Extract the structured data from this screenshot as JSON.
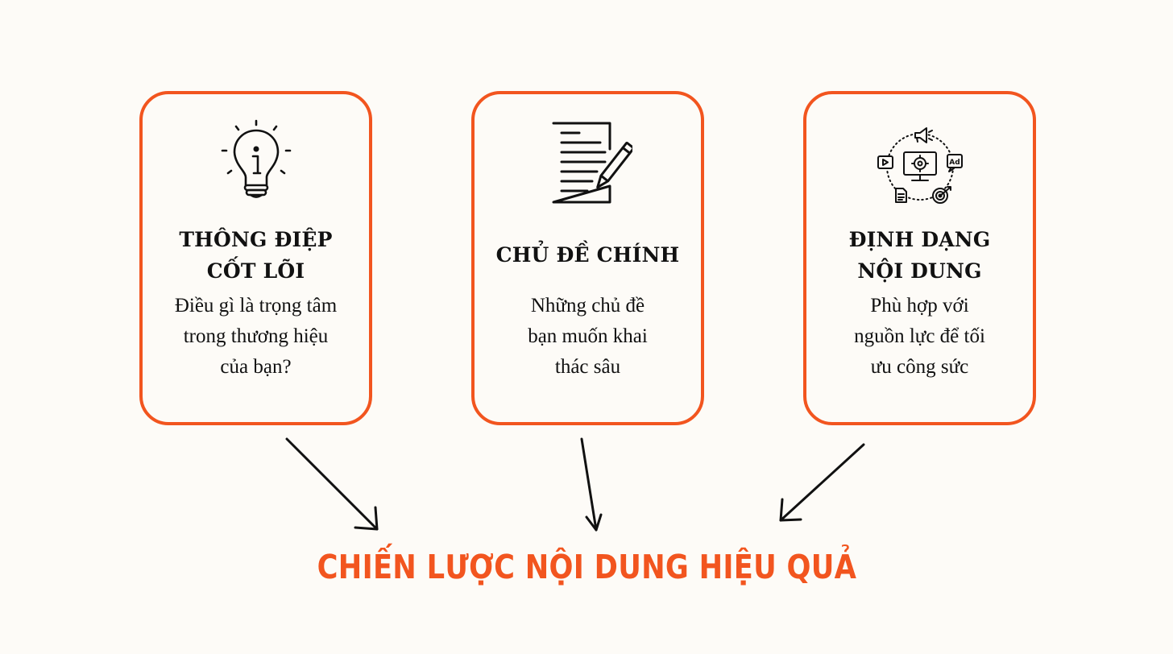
{
  "colors": {
    "background": "#fdfbf7",
    "accent": "#f2551f",
    "text": "#111111"
  },
  "cards": [
    {
      "icon": "lightbulb-icon",
      "title_lines": [
        "THÔNG ĐIỆP",
        "CỐT LÕI"
      ],
      "desc_lines": [
        "Điều gì là trọng tâm",
        "trong thương hiệu",
        "của bạn?"
      ]
    },
    {
      "icon": "document-pen-icon",
      "title_lines": [
        "CHỦ ĐỀ CHÍNH"
      ],
      "desc_lines": [
        "Những chủ đề",
        "bạn muốn khai",
        "thác sâu"
      ]
    },
    {
      "icon": "content-formats-icon",
      "icon_label": "Ad",
      "title_lines": [
        "ĐỊNH DẠNG",
        "NỘI DUNG"
      ],
      "desc_lines": [
        "Phù hợp với",
        "nguồn lực để tối",
        "ưu công sức"
      ]
    }
  ],
  "main_title": "CHIẾN LƯỢC NỘI DUNG HIỆU QUẢ"
}
